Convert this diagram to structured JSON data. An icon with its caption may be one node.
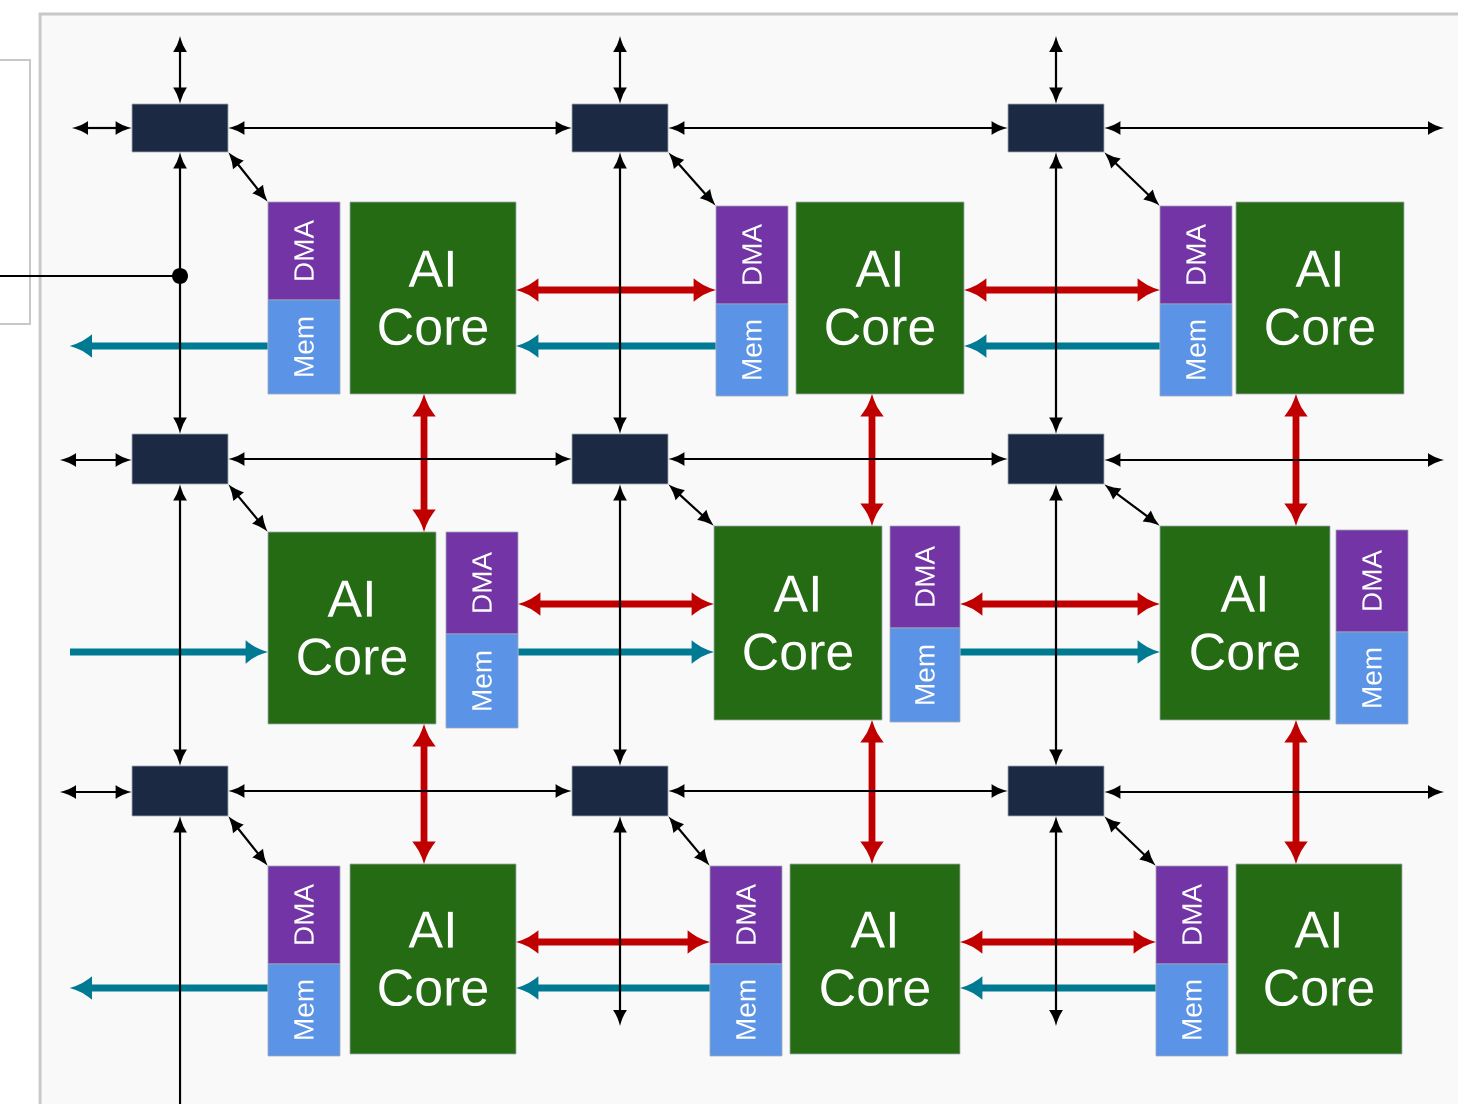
{
  "diagram": {
    "nodes": [
      {
        "text": [],
        "shape": "box"
      },
      {
        "text": [],
        "shape": "box"
      },
      {
        "text": [],
        "shape": "box"
      },
      {
        "text": [
          "DMA"
        ]
      },
      {
        "text": [
          "Mem"
        ]
      },
      {
        "text": [
          "AI Core"
        ]
      },
      {
        "text": [
          "DMA"
        ]
      },
      {
        "text": [
          "Mem"
        ]
      },
      {
        "text": [
          "AI Core"
        ]
      },
      {
        "text": [
          "DMA"
        ]
      },
      {
        "text": [
          "Mem"
        ]
      },
      {
        "text": [
          "AI Core"
        ]
      },
      {
        "text": [],
        "shape": "box"
      },
      {
        "text": [],
        "shape": "box"
      },
      {
        "text": [],
        "shape": "box"
      },
      {
        "text": [
          "AI Core"
        ]
      },
      {
        "text": [
          "DMA"
        ]
      },
      {
        "text": [
          "Mem"
        ]
      },
      {
        "text": [
          "AI Core"
        ]
      },
      {
        "text": [
          "DMA"
        ]
      },
      {
        "text": [
          "Mem"
        ]
      },
      {
        "text": [
          "AI Core"
        ]
      },
      {
        "text": [
          "DMA"
        ]
      },
      {
        "text": [
          "Mem"
        ]
      },
      {
        "text": [],
        "shape": "box"
      },
      {
        "text": [],
        "shape": "box"
      },
      {
        "text": [],
        "shape": "box"
      },
      {
        "text": [
          "DMA"
        ]
      },
      {
        "text": [
          "Mem"
        ]
      },
      {
        "text": [
          "AI Core"
        ]
      },
      {
        "text": [
          "DMA"
        ]
      },
      {
        "text": [
          "Mem"
        ]
      },
      {
        "text": [
          "AI Core"
        ]
      },
      {
        "text": [
          "DMA"
        ]
      },
      {
        "text": [
          "Mem"
        ]
      },
      {
        "text": [
          "AI Core"
        ]
      }
    ],
    "edges": [
      {
        "from": null,
        "to": 0,
        "arrow": "both"
      },
      {
        "from": null,
        "to": 1,
        "arrow": "both"
      },
      {
        "from": null,
        "to": 2,
        "arrow": "both"
      },
      {
        "from": null,
        "to": 0,
        "arrow": "both"
      },
      {
        "from": 0,
        "to": 1,
        "arrow": "both"
      },
      {
        "from": 1,
        "to": 2,
        "arrow": "both"
      },
      {
        "from": 2,
        "to": null,
        "arrow": "both"
      },
      {
        "from": 0,
        "to": 3,
        "arrow": "both"
      },
      {
        "from": 1,
        "to": 6,
        "arrow": "both"
      },
      {
        "from": 2,
        "to": 9,
        "arrow": "both"
      },
      {
        "from": 5,
        "to": 6,
        "arrow": "both",
        "style": "thick",
        "color": "#c00000"
      },
      {
        "from": 8,
        "to": 9,
        "arrow": "both",
        "style": "thick",
        "color": "#c00000"
      },
      {
        "from": 4,
        "to": null,
        "arrow": "to",
        "style": "thick",
        "color": "#007a93"
      },
      {
        "from": 7,
        "to": 5,
        "arrow": "to",
        "style": "thick",
        "color": "#007a93"
      },
      {
        "from": 10,
        "to": 8,
        "arrow": "to",
        "style": "thick",
        "color": "#007a93"
      },
      {
        "from": 0,
        "to": 12,
        "arrow": "both"
      },
      {
        "from": 1,
        "to": 13,
        "arrow": "both"
      },
      {
        "from": 2,
        "to": 14,
        "arrow": "both"
      },
      {
        "from": 5,
        "to": 15,
        "arrow": "both",
        "style": "thick",
        "color": "#c00000"
      },
      {
        "from": 8,
        "to": 18,
        "arrow": "both",
        "style": "thick",
        "color": "#c00000"
      },
      {
        "from": 11,
        "to": 21,
        "arrow": "both",
        "style": "thick",
        "color": "#c00000"
      },
      {
        "from": null,
        "to": 12,
        "arrow": "both"
      },
      {
        "from": 12,
        "to": 13,
        "arrow": "both"
      },
      {
        "from": 13,
        "to": 14,
        "arrow": "both"
      },
      {
        "from": 14,
        "to": null,
        "arrow": "both"
      },
      {
        "from": 12,
        "to": 15,
        "arrow": "both"
      },
      {
        "from": 13,
        "to": 18,
        "arrow": "both"
      },
      {
        "from": 14,
        "to": 21,
        "arrow": "both"
      },
      {
        "from": 16,
        "to": 18,
        "arrow": "both",
        "style": "thick",
        "color": "#c00000"
      },
      {
        "from": 19,
        "to": 21,
        "arrow": "both",
        "style": "thick",
        "color": "#c00000"
      },
      {
        "from": null,
        "to": 15,
        "arrow": "to",
        "style": "thick",
        "color": "#007a93"
      },
      {
        "from": 17,
        "to": 18,
        "arrow": "to",
        "style": "thick",
        "color": "#007a93"
      },
      {
        "from": 20,
        "to": 21,
        "arrow": "to",
        "style": "thick",
        "color": "#007a93"
      },
      {
        "from": 12,
        "to": 24,
        "arrow": "both"
      },
      {
        "from": 13,
        "to": 25,
        "arrow": "both"
      },
      {
        "from": 14,
        "to": 26,
        "arrow": "both"
      },
      {
        "from": 15,
        "to": 29,
        "arrow": "both",
        "style": "thick",
        "color": "#c00000"
      },
      {
        "from": 18,
        "to": 32,
        "arrow": "both",
        "style": "thick",
        "color": "#c00000"
      },
      {
        "from": 21,
        "to": 35,
        "arrow": "both",
        "style": "thick",
        "color": "#c00000"
      },
      {
        "from": null,
        "to": 24,
        "arrow": "both"
      },
      {
        "from": 24,
        "to": 25,
        "arrow": "both"
      },
      {
        "from": 25,
        "to": 26,
        "arrow": "both"
      },
      {
        "from": 26,
        "to": null,
        "arrow": "both"
      },
      {
        "from": 24,
        "to": 27,
        "arrow": "both"
      },
      {
        "from": 25,
        "to": 30,
        "arrow": "both"
      },
      {
        "from": 26,
        "to": 33,
        "arrow": "both"
      },
      {
        "from": 29,
        "to": 30,
        "arrow": "both",
        "style": "thick",
        "color": "#c00000"
      },
      {
        "from": 32,
        "to": 33,
        "arrow": "both",
        "style": "thick",
        "color": "#c00000"
      },
      {
        "from": 28,
        "to": null,
        "arrow": "to",
        "style": "thick",
        "color": "#007a93"
      },
      {
        "from": 31,
        "to": 29,
        "arrow": "to",
        "style": "thick",
        "color": "#007a93"
      },
      {
        "from": 34,
        "to": 32,
        "arrow": "to",
        "style": "thick",
        "color": "#007a93"
      },
      {
        "from": null,
        "to": 24,
        "arrow": "to"
      },
      {
        "from": 25,
        "to": null,
        "arrow": "both"
      },
      {
        "from": 26,
        "to": null,
        "arrow": "both"
      }
    ]
  }
}
